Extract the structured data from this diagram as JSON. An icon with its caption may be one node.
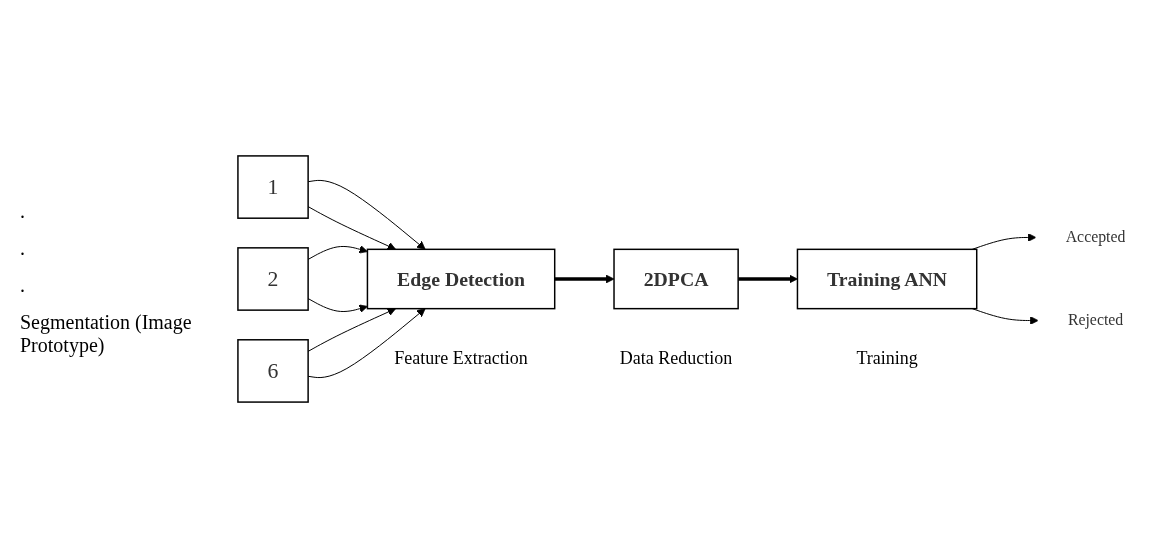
{
  "diagram": {
    "nodes": [
      {
        "text": [
          "1"
        ]
      },
      {
        "text": [
          "2"
        ]
      },
      {
        "text": [
          "6"
        ]
      },
      {
        "text": [
          "Edge Detection"
        ],
        "beside": [
          "Feature Extraction"
        ]
      },
      {
        "text": [
          "2DPCA"
        ],
        "beside": [
          "Data Reduction"
        ]
      },
      {
        "text": [
          "Training ANN"
        ],
        "beside": [
          "Training"
        ]
      },
      {
        "text": [
          "Accepted"
        ]
      },
      {
        "text": [
          "Rejected"
        ]
      }
    ],
    "edges": [
      {
        "from": 0,
        "to": 3,
        "arrow": "to"
      },
      {
        "from": 0,
        "to": 3,
        "arrow": "to"
      },
      {
        "from": 1,
        "to": 3,
        "arrow": "to"
      },
      {
        "from": 1,
        "to": 3,
        "arrow": "to"
      },
      {
        "from": 2,
        "to": 3,
        "arrow": "to"
      },
      {
        "from": 2,
        "to": 3,
        "arrow": "to"
      },
      {
        "from": 3,
        "to": 4,
        "arrow": "to",
        "style": "thick"
      },
      {
        "from": 4,
        "to": 5,
        "arrow": "to",
        "style": "thick"
      },
      {
        "from": 5,
        "to": 6,
        "arrow": "to"
      },
      {
        "from": 5,
        "to": 7,
        "arrow": "to"
      }
    ],
    "labels": [
      ".",
      ".",
      ".",
      "Segmentation (Image Prototype)"
    ]
  }
}
